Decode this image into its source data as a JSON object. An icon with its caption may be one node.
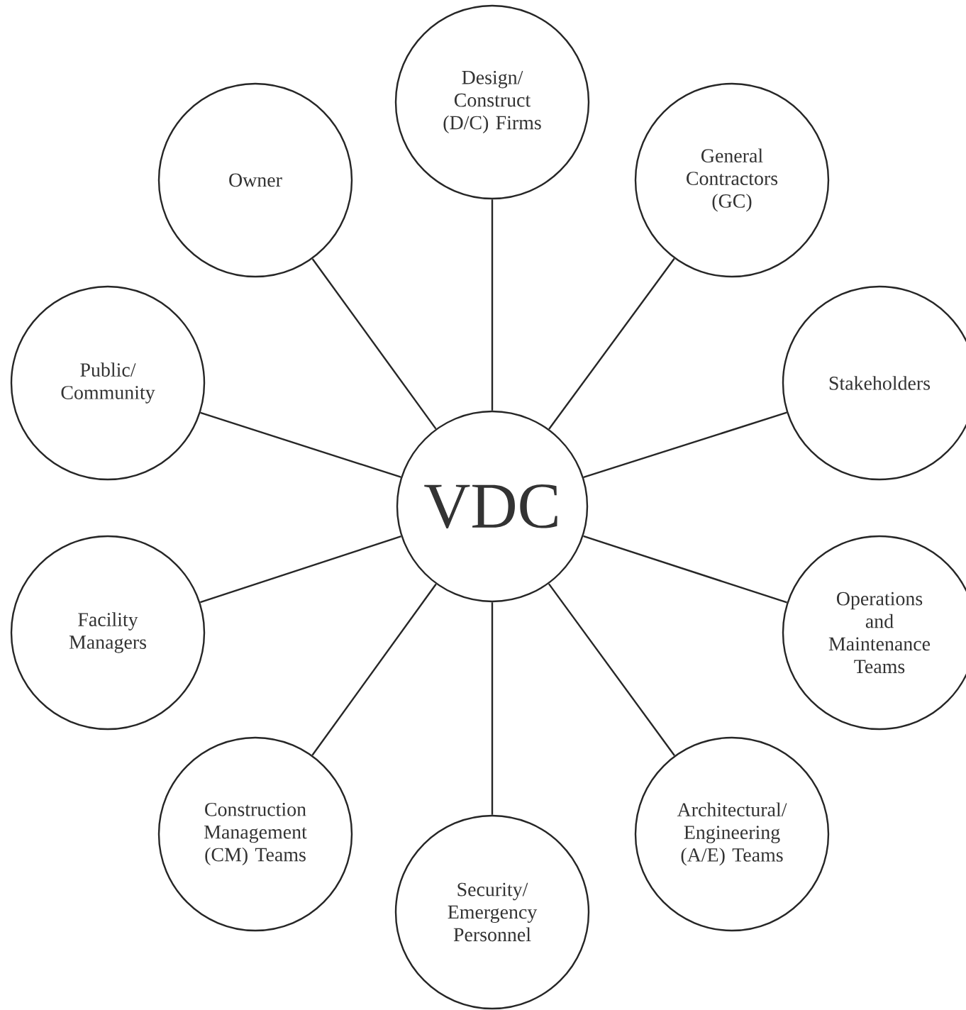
{
  "diagram": {
    "nodes": [
      {
        "text": [
          "Design/ Construct (D/C) Firms"
        ]
      },
      {
        "text": [
          "Owner"
        ]
      },
      {
        "text": [
          "General Contractors (GC)"
        ]
      },
      {
        "text": [
          "Public/ Community"
        ]
      },
      {
        "text": [
          "Stakeholders"
        ]
      },
      {
        "text": [
          "VDC"
        ]
      },
      {
        "text": [
          "Facility Managers"
        ]
      },
      {
        "text": [
          "Operations and Maintenance Teams"
        ]
      },
      {
        "text": [
          "Construction Management (CM) Teams"
        ]
      },
      {
        "text": [
          "Architectural/ Engineering (A/E) Teams"
        ]
      },
      {
        "text": [
          "Security/ Emergency Personnel"
        ]
      }
    ],
    "edges": [
      {
        "from": 5,
        "to": 0,
        "arrow": "none"
      },
      {
        "from": 5,
        "to": 1,
        "arrow": "none"
      },
      {
        "from": 5,
        "to": 2,
        "arrow": "none"
      },
      {
        "from": 5,
        "to": 3,
        "arrow": "none"
      },
      {
        "from": 5,
        "to": 4,
        "arrow": "none"
      },
      {
        "from": 5,
        "to": 6,
        "arrow": "none"
      },
      {
        "from": 5,
        "to": 7,
        "arrow": "none"
      },
      {
        "from": 5,
        "to": 8,
        "arrow": "none"
      },
      {
        "from": 5,
        "to": 9,
        "arrow": "none"
      },
      {
        "from": 5,
        "to": 10,
        "arrow": "none"
      }
    ]
  }
}
